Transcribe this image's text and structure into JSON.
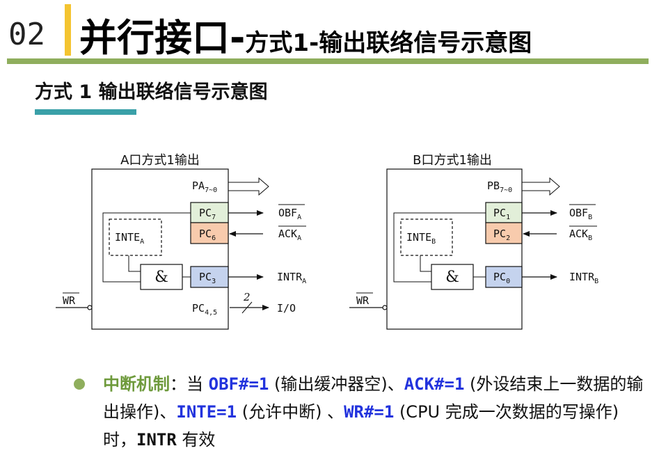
{
  "header": {
    "number": "02",
    "title_main": "并行接口-",
    "title_sub": "方式1-输出联络信号示意图"
  },
  "subtitle": "方式 1 输出联络信号示意图",
  "diagram_a": {
    "caption": "A口方式1输出",
    "pa": "PA",
    "pa_sub": "7~0",
    "pc7": "PC",
    "pc7_sub": "7",
    "pc6": "PC",
    "pc6_sub": "6",
    "pc3": "PC",
    "pc3_sub": "3",
    "pc45": "PC",
    "pc45_sub": "4,5",
    "inte": "INTE",
    "inte_sub": "A",
    "and": "&",
    "obf": "OBF",
    "obf_sub": "A",
    "ack": "ACK",
    "ack_sub": "A",
    "intr": "INTR",
    "intr_sub": "A",
    "io": "I/O",
    "bus_width": "2",
    "wr": "WR"
  },
  "diagram_b": {
    "caption": "B口方式1输出",
    "pb": "PB",
    "pb_sub": "7~0",
    "pc1": "PC",
    "pc1_sub": "1",
    "pc2": "PC",
    "pc2_sub": "2",
    "pc0": "PC",
    "pc0_sub": "0",
    "inte": "INTE",
    "inte_sub": "B",
    "and": "&",
    "obf": "OBF",
    "obf_sub": "B",
    "ack": "ACK",
    "ack_sub": "B",
    "intr": "INTR",
    "intr_sub": "B",
    "wr": "WR"
  },
  "bullet": {
    "t1": "中断机制",
    "t2": "：当 ",
    "t3": "OBF#=1",
    "t4": " (输出缓冲器空)、",
    "t5": "ACK#=1",
    "t6": " (外设结束上一数据的输出操作)、",
    "t7": "INTE=1",
    "t8": " (允许中断) 、",
    "t9": "WR#=1",
    "t10": " (CPU 完成一次数据的写操作) 时，",
    "t11": "INTR",
    "t12": " 有效"
  },
  "colors": {
    "accent_yellow": "#f4c430",
    "rule_green": "#8fae5d",
    "underline_teal": "#3aa0a8",
    "pc_green": "#e2efd9",
    "pc_orange": "#f8cbad",
    "pc_blue": "#c5d3ee",
    "text_blue": "#2233dd",
    "text_green": "#6e9a3c"
  }
}
